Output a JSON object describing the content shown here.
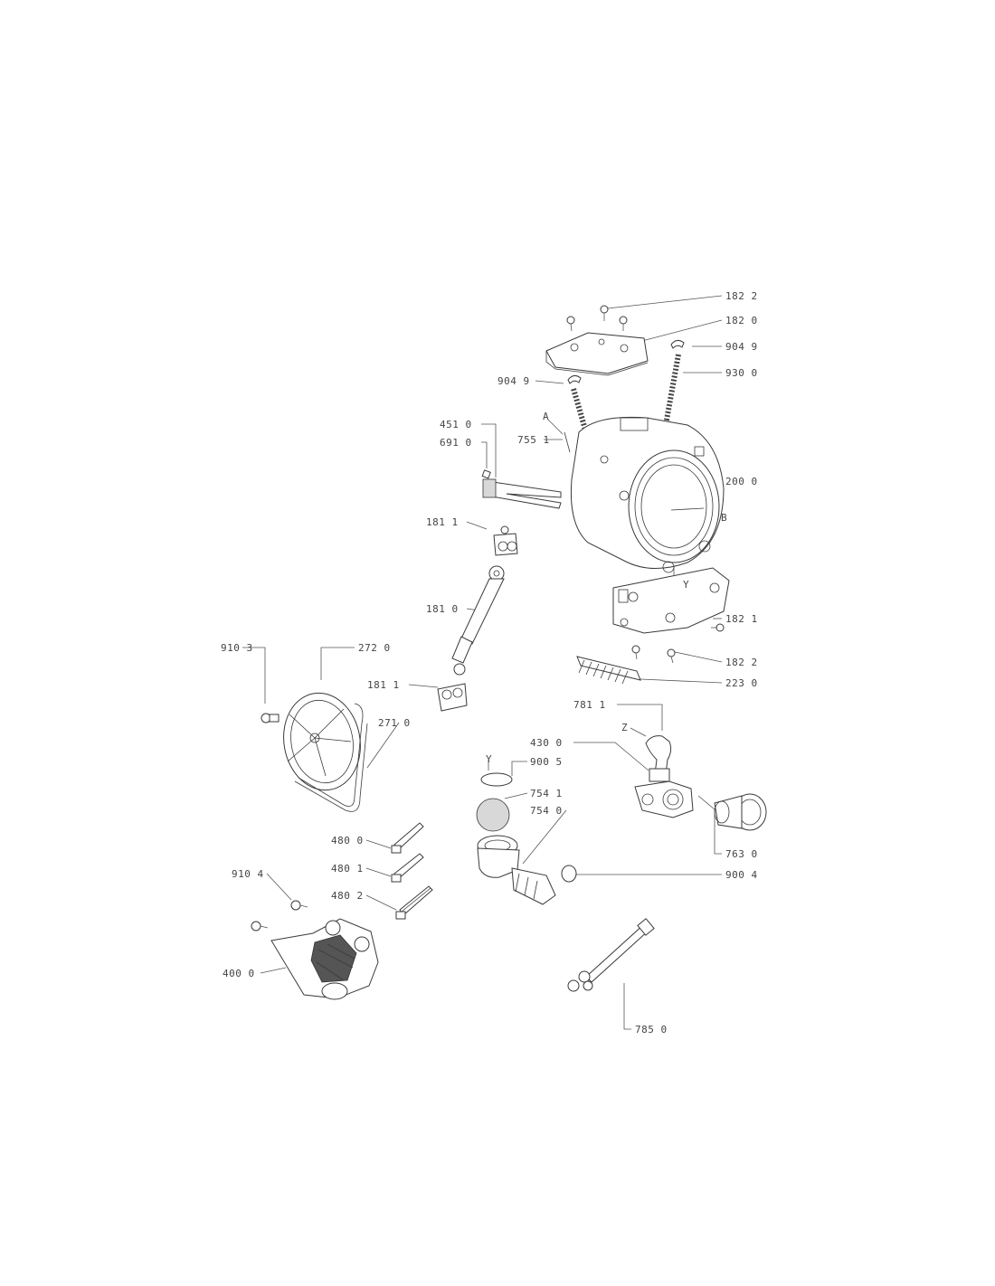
{
  "labels": {
    "p182_2_top": "182 2",
    "p182_0": "182 0",
    "p904_9_r": "904 9",
    "p930_0": "930 0",
    "p904_9_l": "904 9",
    "pA": "A",
    "p451_0": "451 0",
    "p691_0": "691 0",
    "p755_1": "755 1",
    "p200_0": "200 0",
    "pB": "B",
    "p181_1_top": "181 1",
    "pY_tub": "Y",
    "p181_0": "181 0",
    "p182_1": "182 1",
    "p910_3": "910 3",
    "p272_0": "272 0",
    "p182_2_bot": "182 2",
    "p181_1_bot": "181 1",
    "p223_0": "223 0",
    "p781_1": "781 1",
    "p271_0": "271 0",
    "pZ": "Z",
    "p430_0": "430 0",
    "pY_ring": "Y",
    "p900_5": "900 5",
    "p754_1": "754 1",
    "p754_0": "754 0",
    "p480_0": "480 0",
    "p763_0": "763 0",
    "p480_1": "480 1",
    "p910_4": "910 4",
    "p900_4": "900 4",
    "p480_2": "480 2",
    "p400_0": "400 0",
    "p785_0": "785 0"
  }
}
